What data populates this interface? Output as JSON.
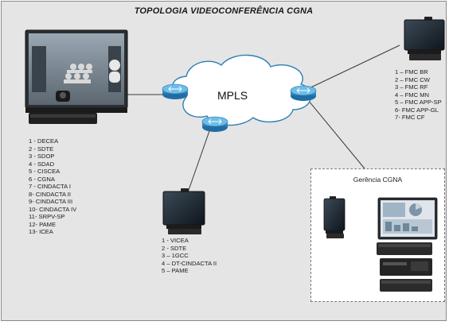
{
  "title": "TOPOLOGIA VIDEOCONFERÊNCIA CGNA",
  "cloud": {
    "label": "MPLS"
  },
  "sites": {
    "left": [
      "1 - DECEA",
      "2 - SDTE",
      "3 - SDOP",
      "4 - SDAD",
      "5 - CISCEA",
      "6 - CGNA",
      "7 - CINDACTA I",
      "8- CINDACTA II",
      "9- CINDACTA III",
      "10- CINDACTA IV",
      "11- SRPV-SP",
      "12- PAME",
      "13- ICEA"
    ],
    "right": [
      "1 – FMC BR",
      "2 – FMC CW",
      "3 – FMC RF",
      "4 – FMC MN",
      "5 – FMC APP-SP",
      "6- FMC APP-GL",
      "7- FMC CF"
    ],
    "bottom": [
      "1 - VICEA",
      "2 - SDTE",
      "3 – 1GCC",
      "4 – DT-CINDACTA II",
      "5 – PAME"
    ]
  },
  "management": {
    "title": "Gerência CGNA"
  },
  "colors": {
    "background": "#e5e5e5",
    "router": "#2a7fb6",
    "cloud_fill": "#ffffff",
    "link": "#333333"
  },
  "icons": [
    "telepresence-room-icon",
    "mpls-cloud-icon",
    "router-icon",
    "video-endpoint-icon",
    "management-console-icon",
    "server-rack-icon"
  ]
}
